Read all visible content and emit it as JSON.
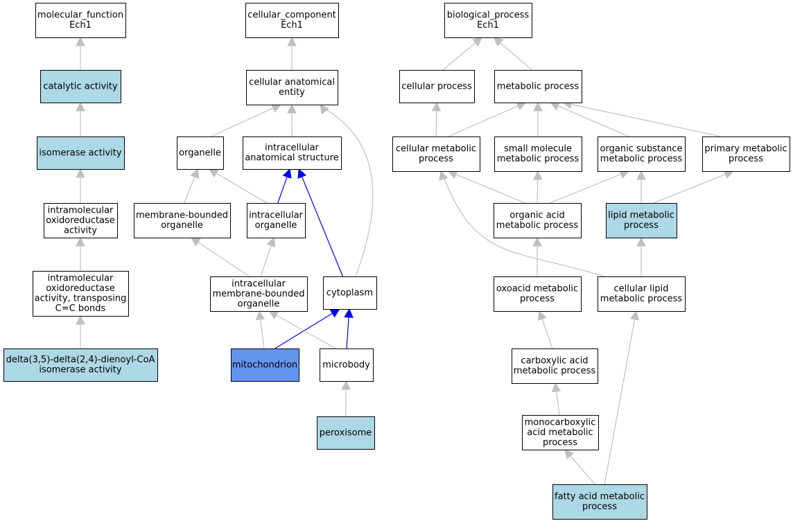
{
  "colors": {
    "edge_gray": "#bfbfbf",
    "edge_blue": "#0000ff",
    "fill_white": "#ffffff",
    "fill_light": "#add8e6",
    "fill_selected": "#6495ed",
    "border": "#000000"
  },
  "nodes": [
    {
      "id": "mf_root",
      "lines": [
        "molecular_function",
        "Ech1"
      ],
      "fill": "white"
    },
    {
      "id": "catalytic",
      "lines": [
        "catalytic activity"
      ],
      "fill": "light"
    },
    {
      "id": "isomerase",
      "lines": [
        "isomerase activity"
      ],
      "fill": "light"
    },
    {
      "id": "intramol",
      "lines": [
        "intramolecular",
        "oxidoreductase",
        "activity"
      ],
      "fill": "white"
    },
    {
      "id": "intramol_cc",
      "lines": [
        "intramolecular",
        "oxidoreductase",
        "activity, transposing",
        "C=C bonds"
      ],
      "fill": "white"
    },
    {
      "id": "delta",
      "lines": [
        "delta(3,5)-delta(2,4)-dienoyl-CoA",
        "isomerase activity"
      ],
      "fill": "light"
    },
    {
      "id": "cc_root",
      "lines": [
        "cellular_component",
        "Ech1"
      ],
      "fill": "white"
    },
    {
      "id": "cae",
      "lines": [
        "cellular anatomical",
        "entity"
      ],
      "fill": "white"
    },
    {
      "id": "organelle",
      "lines": [
        "organelle"
      ],
      "fill": "white"
    },
    {
      "id": "ias",
      "lines": [
        "intracellular",
        "anatomical structure"
      ],
      "fill": "white"
    },
    {
      "id": "mbo",
      "lines": [
        "membrane-bounded",
        "organelle"
      ],
      "fill": "white"
    },
    {
      "id": "io",
      "lines": [
        "intracellular",
        "organelle"
      ],
      "fill": "white"
    },
    {
      "id": "imbo",
      "lines": [
        "intracellular",
        "membrane-bounded",
        "organelle"
      ],
      "fill": "white"
    },
    {
      "id": "cytoplasm",
      "lines": [
        "cytoplasm"
      ],
      "fill": "white"
    },
    {
      "id": "mito",
      "lines": [
        "mitochondrion"
      ],
      "fill": "selected"
    },
    {
      "id": "microbody",
      "lines": [
        "microbody"
      ],
      "fill": "white"
    },
    {
      "id": "perox",
      "lines": [
        "peroxisome"
      ],
      "fill": "light"
    },
    {
      "id": "bp_root",
      "lines": [
        "biological_process",
        "Ech1"
      ],
      "fill": "white"
    },
    {
      "id": "cp",
      "lines": [
        "cellular process"
      ],
      "fill": "white"
    },
    {
      "id": "mp",
      "lines": [
        "metabolic process"
      ],
      "fill": "white"
    },
    {
      "id": "cmp",
      "lines": [
        "cellular metabolic",
        "process"
      ],
      "fill": "white"
    },
    {
      "id": "smmp",
      "lines": [
        "small molecule",
        "metabolic process"
      ],
      "fill": "white"
    },
    {
      "id": "osmp",
      "lines": [
        "organic substance",
        "metabolic process"
      ],
      "fill": "white"
    },
    {
      "id": "pmp",
      "lines": [
        "primary metabolic",
        "process"
      ],
      "fill": "white"
    },
    {
      "id": "oamp",
      "lines": [
        "organic acid",
        "metabolic process"
      ],
      "fill": "white"
    },
    {
      "id": "lmp",
      "lines": [
        "lipid metabolic",
        "process"
      ],
      "fill": "light"
    },
    {
      "id": "oxmp",
      "lines": [
        "oxoacid metabolic",
        "process"
      ],
      "fill": "white"
    },
    {
      "id": "clmp",
      "lines": [
        "cellular lipid",
        "metabolic process"
      ],
      "fill": "white"
    },
    {
      "id": "camp",
      "lines": [
        "carboxylic acid",
        "metabolic process"
      ],
      "fill": "white"
    },
    {
      "id": "mcamp",
      "lines": [
        "monocarboxylic",
        "acid metabolic",
        "process"
      ],
      "fill": "white"
    },
    {
      "id": "famp",
      "lines": [
        "fatty acid metabolic",
        "process"
      ],
      "fill": "light"
    }
  ],
  "edges": [
    {
      "from": "catalytic",
      "to": "mf_root",
      "color": "gray"
    },
    {
      "from": "isomerase",
      "to": "catalytic",
      "color": "gray"
    },
    {
      "from": "intramol",
      "to": "isomerase",
      "color": "gray"
    },
    {
      "from": "intramol_cc",
      "to": "intramol",
      "color": "gray"
    },
    {
      "from": "delta",
      "to": "intramol_cc",
      "color": "gray"
    },
    {
      "from": "cae",
      "to": "cc_root",
      "color": "gray"
    },
    {
      "from": "organelle",
      "to": "cae",
      "color": "gray"
    },
    {
      "from": "ias",
      "to": "cae",
      "color": "gray"
    },
    {
      "from": "cytoplasm",
      "to": "cae",
      "color": "gray",
      "curve": true
    },
    {
      "from": "mbo",
      "to": "organelle",
      "color": "gray"
    },
    {
      "from": "io",
      "to": "organelle",
      "color": "gray"
    },
    {
      "from": "io",
      "to": "ias",
      "color": "blue"
    },
    {
      "from": "cytoplasm",
      "to": "ias",
      "color": "blue"
    },
    {
      "from": "imbo",
      "to": "mbo",
      "color": "gray"
    },
    {
      "from": "imbo",
      "to": "io",
      "color": "gray"
    },
    {
      "from": "mito",
      "to": "imbo",
      "color": "gray"
    },
    {
      "from": "mito",
      "to": "cytoplasm",
      "color": "blue"
    },
    {
      "from": "microbody",
      "to": "imbo",
      "color": "gray"
    },
    {
      "from": "microbody",
      "to": "cytoplasm",
      "color": "blue"
    },
    {
      "from": "perox",
      "to": "microbody",
      "color": "gray"
    },
    {
      "from": "cp",
      "to": "bp_root",
      "color": "gray"
    },
    {
      "from": "mp",
      "to": "bp_root",
      "color": "gray"
    },
    {
      "from": "cmp",
      "to": "cp",
      "color": "gray"
    },
    {
      "from": "cmp",
      "to": "mp",
      "color": "gray"
    },
    {
      "from": "smmp",
      "to": "mp",
      "color": "gray"
    },
    {
      "from": "osmp",
      "to": "mp",
      "color": "gray"
    },
    {
      "from": "pmp",
      "to": "mp",
      "color": "gray"
    },
    {
      "from": "oamp",
      "to": "cmp",
      "color": "gray"
    },
    {
      "from": "oamp",
      "to": "smmp",
      "color": "gray"
    },
    {
      "from": "oamp",
      "to": "osmp",
      "color": "gray"
    },
    {
      "from": "lmp",
      "to": "osmp",
      "color": "gray"
    },
    {
      "from": "lmp",
      "to": "pmp",
      "color": "gray"
    },
    {
      "from": "oxmp",
      "to": "oamp",
      "color": "gray"
    },
    {
      "from": "clmp",
      "to": "cmp",
      "color": "gray",
      "curve": true
    },
    {
      "from": "clmp",
      "to": "lmp",
      "color": "gray"
    },
    {
      "from": "camp",
      "to": "oxmp",
      "color": "gray"
    },
    {
      "from": "mcamp",
      "to": "camp",
      "color": "gray"
    },
    {
      "from": "famp",
      "to": "mcamp",
      "color": "gray"
    },
    {
      "from": "famp",
      "to": "clmp",
      "color": "gray"
    }
  ]
}
